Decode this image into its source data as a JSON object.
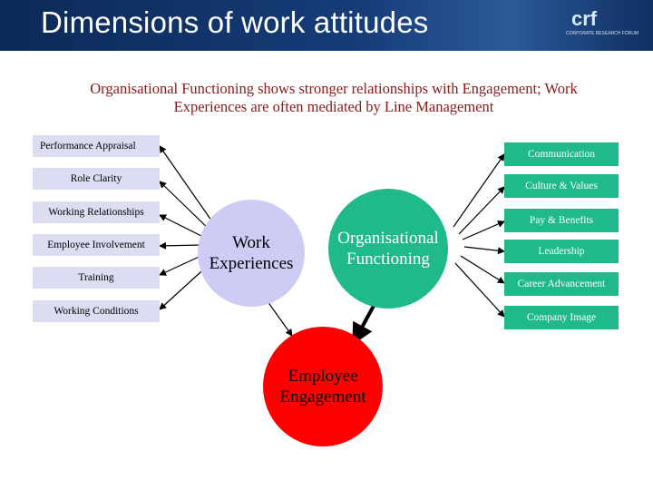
{
  "header": {
    "title": "Dimensions of work attitudes",
    "logo_mark": "crf",
    "logo_sub": "CORPORATE RESEARCH FORUM"
  },
  "subtitle": {
    "line1": "Organisational Functioning shows stronger relationships with Engagement; Work",
    "line2": "Experiences are often mediated by Line Management"
  },
  "left_items": [
    "Performance Appraisal",
    "Role Clarity",
    "Working Relationships",
    "Employee Involvement",
    "Training",
    "Working Conditions"
  ],
  "right_items": [
    "Communication",
    "Culture & Values",
    "Pay & Benefits",
    "Leadership",
    "Career Advancement",
    "Company Image"
  ],
  "nodes": {
    "work_experiences": "Work Experiences",
    "organisational_functioning": "Organisational Functioning",
    "employee_engagement": "Employee Engagement"
  },
  "colors": {
    "header_bg": "#163c78",
    "left_box": "#dcdcf2",
    "right_box": "#1fb98c",
    "work_circle": "#ccccf5",
    "org_circle": "#1fb98c",
    "engagement_circle": "#ff0000",
    "subtitle_text": "#8b1a1a"
  }
}
